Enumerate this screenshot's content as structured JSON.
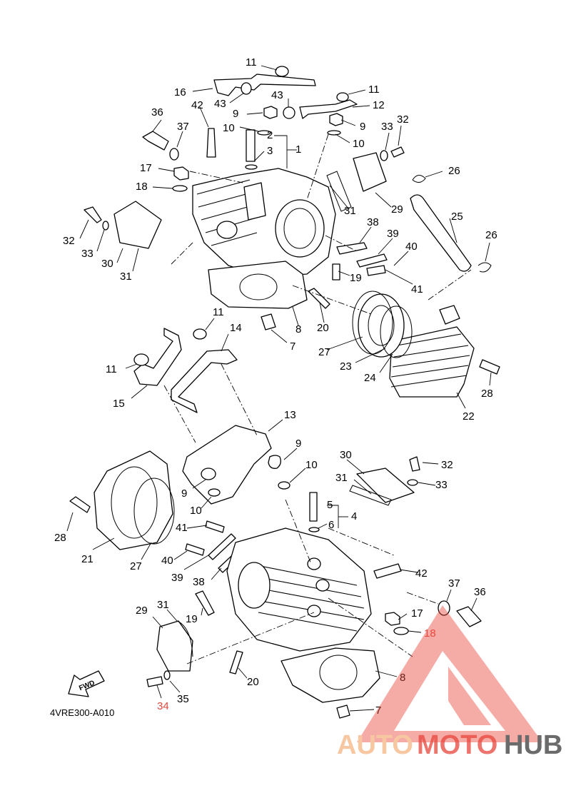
{
  "diagram_code": "4VRE300-A010",
  "fwd_label": "FWD",
  "watermark": {
    "part1": "AUTO",
    "part2": "MOTO",
    "part3": "HUB",
    "color_light": "#f7c7a1",
    "color_red": "#e8463c",
    "color_gray": "#6b6b6b"
  },
  "callouts": [
    {
      "id": "11",
      "text": "11"
    },
    {
      "id": "16",
      "text": "16"
    },
    {
      "id": "43",
      "text": "43"
    },
    {
      "id": "43",
      "text": "43"
    },
    {
      "id": "11",
      "text": "11"
    },
    {
      "id": "12",
      "text": "12"
    },
    {
      "id": "9",
      "text": "9"
    },
    {
      "id": "9",
      "text": "9"
    },
    {
      "id": "10",
      "text": "10"
    },
    {
      "id": "10",
      "text": "10"
    },
    {
      "id": "36",
      "text": "36"
    },
    {
      "id": "42",
      "text": "42"
    },
    {
      "id": "37",
      "text": "37"
    },
    {
      "id": "2",
      "text": "2"
    },
    {
      "id": "1",
      "text": "1"
    },
    {
      "id": "3",
      "text": "3"
    },
    {
      "id": "33",
      "text": "33"
    },
    {
      "id": "32",
      "text": "32"
    },
    {
      "id": "26",
      "text": "26"
    },
    {
      "id": "17",
      "text": "17"
    },
    {
      "id": "18",
      "text": "18"
    },
    {
      "id": "31",
      "text": "31"
    },
    {
      "id": "29",
      "text": "29"
    },
    {
      "id": "25",
      "text": "25"
    },
    {
      "id": "26",
      "text": "26"
    },
    {
      "id": "32",
      "text": "32"
    },
    {
      "id": "33",
      "text": "33"
    },
    {
      "id": "30",
      "text": "30"
    },
    {
      "id": "31",
      "text": "31"
    },
    {
      "id": "38",
      "text": "38"
    },
    {
      "id": "39",
      "text": "39"
    },
    {
      "id": "40",
      "text": "40"
    },
    {
      "id": "19",
      "text": "19"
    },
    {
      "id": "41",
      "text": "41"
    },
    {
      "id": "20",
      "text": "20"
    },
    {
      "id": "8",
      "text": "8"
    },
    {
      "id": "7",
      "text": "7"
    },
    {
      "id": "27",
      "text": "27"
    },
    {
      "id": "23",
      "text": "23"
    },
    {
      "id": "24",
      "text": "24"
    },
    {
      "id": "28",
      "text": "28"
    },
    {
      "id": "22",
      "text": "22"
    },
    {
      "id": "11",
      "text": "11"
    },
    {
      "id": "14",
      "text": "14"
    },
    {
      "id": "11",
      "text": "11"
    },
    {
      "id": "15",
      "text": "15"
    },
    {
      "id": "13",
      "text": "13"
    },
    {
      "id": "9",
      "text": "9"
    },
    {
      "id": "10",
      "text": "10"
    },
    {
      "id": "30",
      "text": "30"
    },
    {
      "id": "32",
      "text": "32"
    },
    {
      "id": "9",
      "text": "9"
    },
    {
      "id": "10",
      "text": "10"
    },
    {
      "id": "31",
      "text": "31"
    },
    {
      "id": "33",
      "text": "33"
    },
    {
      "id": "5",
      "text": "5"
    },
    {
      "id": "4",
      "text": "4"
    },
    {
      "id": "6",
      "text": "6"
    },
    {
      "id": "28",
      "text": "28"
    },
    {
      "id": "41",
      "text": "41"
    },
    {
      "id": "21",
      "text": "21"
    },
    {
      "id": "27",
      "text": "27"
    },
    {
      "id": "40",
      "text": "40"
    },
    {
      "id": "39",
      "text": "39"
    },
    {
      "id": "38",
      "text": "38"
    },
    {
      "id": "42",
      "text": "42"
    },
    {
      "id": "37",
      "text": "37"
    },
    {
      "id": "36",
      "text": "36"
    },
    {
      "id": "19",
      "text": "19"
    },
    {
      "id": "29",
      "text": "29"
    },
    {
      "id": "31",
      "text": "31"
    },
    {
      "id": "17",
      "text": "17"
    },
    {
      "id": "18",
      "text": "18"
    },
    {
      "id": "20",
      "text": "20"
    },
    {
      "id": "8",
      "text": "8"
    },
    {
      "id": "34",
      "text": "34"
    },
    {
      "id": "35",
      "text": "35"
    },
    {
      "id": "7",
      "text": "7"
    }
  ]
}
